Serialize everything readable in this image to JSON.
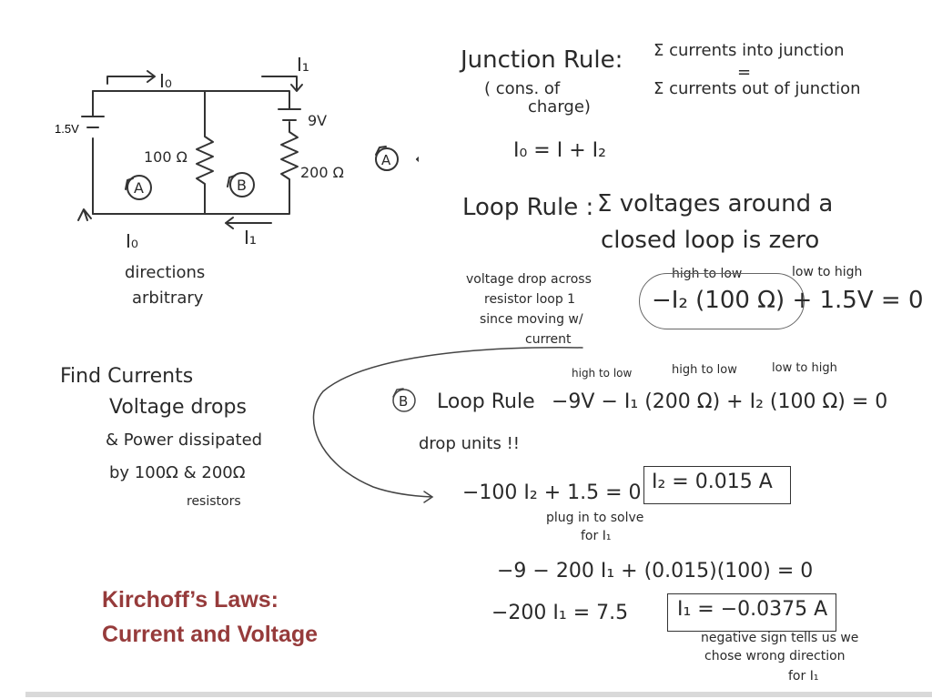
{
  "circuit": {
    "battery_left": "1.5V",
    "battery_right": "9V",
    "r1": "100 Ω",
    "r2": "200 Ω",
    "i0_top": "I₀",
    "i1_top": "I₁",
    "i0_bottom": "I₀",
    "i1_bottom": "I₁",
    "loop_a": "A",
    "loop_b": "B",
    "note": [
      "directions",
      "arbitrary"
    ]
  },
  "find": {
    "lines": [
      "Find  Currents",
      "Voltage drops",
      "& Power dissipated",
      "by 100Ω & 200Ω",
      "resistors"
    ]
  },
  "junction": {
    "title": "Junction Rule:",
    "sum1": "Σ currents into junction",
    "equals": "=",
    "sum2": "Σ currents out of junction",
    "subtitle": [
      "( cons. of",
      "charge)"
    ],
    "loop_label": "A",
    "equation": "I₀ = I + I₂"
  },
  "loop_rule": {
    "title": "Loop Rule :",
    "text1": "Σ voltages around a",
    "text2": "closed loop is zero"
  },
  "loop_a": {
    "note": [
      "voltage drop across",
      "resistor loop 1",
      "since moving w/",
      "current"
    ],
    "label_high_low": "high to low",
    "label_low_high": "low to high",
    "equation": "−I₂ (100 Ω) + 1.5V = 0"
  },
  "loop_b": {
    "label": "B",
    "label_hl1": "high to low",
    "label_hl2": "high to low",
    "label_lh": "low to high",
    "title": "Loop Rule",
    "equation": "−9V − I₁ (200 Ω) + I₂ (100 Ω) = 0"
  },
  "solve": {
    "drop_units": "drop units !!",
    "eq1": "−100 I₂ + 1.5 = 0",
    "answer1": "I₂ = 0.015 A",
    "plug": "plug in to solve",
    "plug2": "for I₁",
    "eq2": "−9 − 200 I₁ + (0.015)(100) = 0",
    "eq3": "−200 I₁ = 7.5",
    "answer2": "I₁ = −0.0375 A",
    "note": [
      "negative sign tells us we",
      "chose wrong direction",
      "for I₁"
    ]
  },
  "title": [
    "Kirchoff’s Laws:",
    "Current and Voltage"
  ]
}
